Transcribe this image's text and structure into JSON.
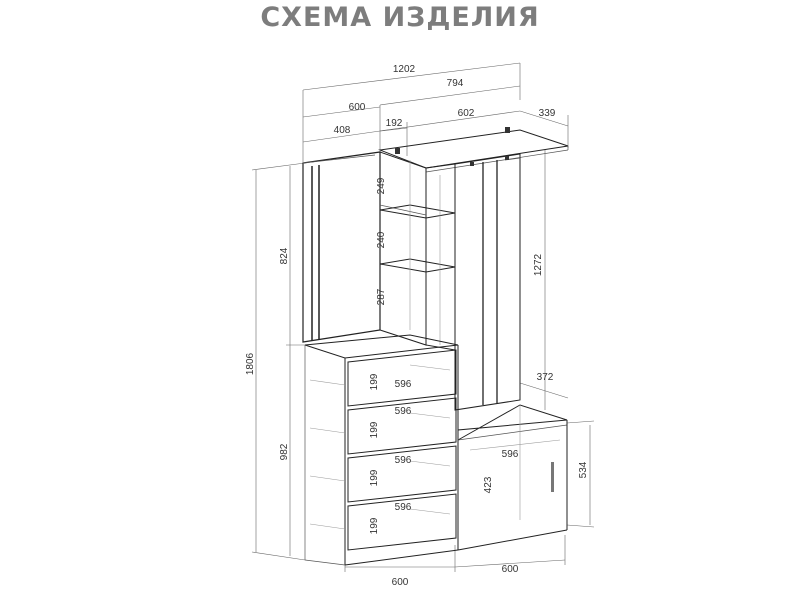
{
  "header": {
    "title": "СХЕМА ИЗДЕЛИЯ"
  },
  "dimensions": {
    "overall_width": "1202",
    "top_width": "794",
    "left_module_width": "600",
    "right_module_width": "602",
    "depth_top": "339",
    "mirror_width": "408",
    "shelf_width": "192",
    "shelf_1": "249",
    "shelf_2": "240",
    "shelf_3": "287",
    "upper_height": "824",
    "total_height": "1806",
    "lower_height": "982",
    "hanger_height": "1272",
    "bench_depth": "372",
    "drawer_1_height": "199",
    "drawer_2_height": "199",
    "drawer_3_height": "199",
    "drawer_4_height": "199",
    "drawer_1_width": "596",
    "drawer_2_width": "596",
    "drawer_3_width": "596",
    "drawer_4_width": "596",
    "bench_width": "596",
    "bench_height": "534",
    "door_height": "423",
    "bottom_left_width": "600",
    "bottom_right_width": "600"
  }
}
